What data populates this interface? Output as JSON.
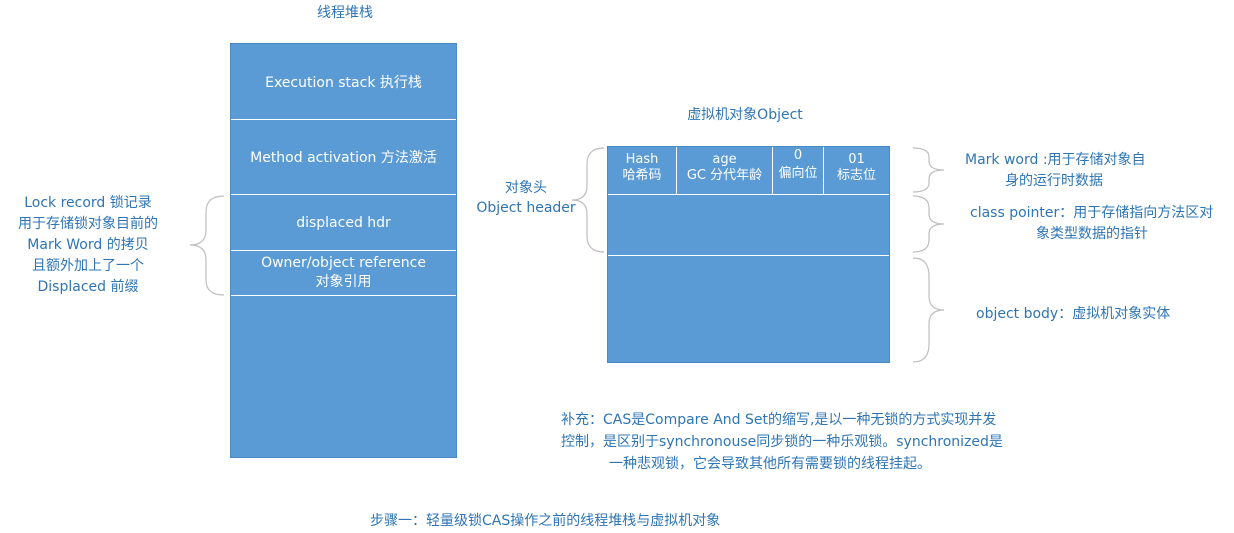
{
  "thread_stack": {
    "title": "线程堆栈",
    "rows": [
      {
        "label": "Execution stack 执行栈"
      },
      {
        "label": "Method activation 方法激活"
      },
      {
        "label": "displaced hdr"
      },
      {
        "line1": "Owner/object reference",
        "line2": "对象引用"
      }
    ]
  },
  "lock_record_note": {
    "lines": [
      "Lock record 锁记录",
      "用于存储锁对象目前的",
      "Mark Word 的拷贝",
      "且额外加上了一个",
      "Displaced 前缀"
    ]
  },
  "object": {
    "title": "虚拟机对象Object",
    "header_label": [
      "对象头",
      "Object header"
    ],
    "mark_word_cells": [
      {
        "line1": "Hash",
        "line2": "哈希码"
      },
      {
        "line1": "age",
        "line2": "GC 分代年龄"
      },
      {
        "line1": "0",
        "line2": "偏向位"
      },
      {
        "line1": "01",
        "line2": "标志位"
      }
    ]
  },
  "annotations": {
    "mark_word": [
      "Mark word :用于存储对象自",
      "身的运行时数据"
    ],
    "class_pointer": [
      "class pointer：用于存储指向方法区对",
      "象类型数据的指针"
    ],
    "object_body": "object body：虚拟机对象实体"
  },
  "supplement": {
    "lines": [
      "补充：CAS是Compare And Set的缩写,是以一种无锁的方式实现并发",
      "控制，是区别于synchronouse同步锁的一种乐观锁。synchronized是",
      "一种悲观锁，它会导致其他所有需要锁的线程挂起。"
    ]
  },
  "caption": "步骤一：轻量级锁CAS操作之前的线程堆栈与虚拟机对象"
}
